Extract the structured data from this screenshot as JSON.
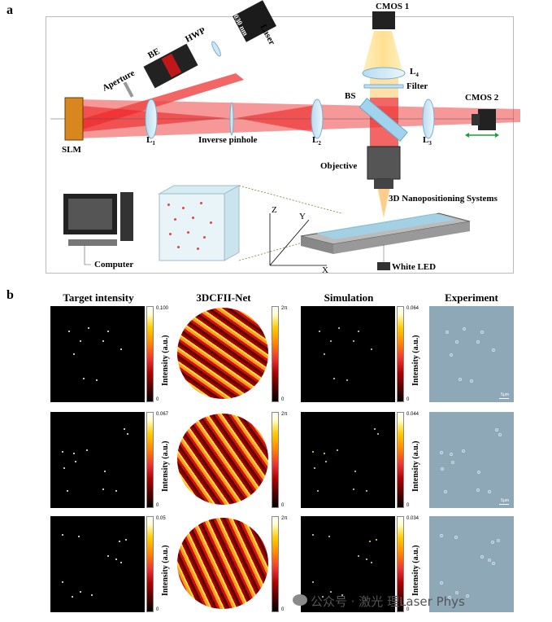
{
  "panel_a": {
    "label": "a",
    "components": {
      "cmos1": "CMOS 1",
      "laser_wavelength": "1030 nm",
      "laser": "Laser",
      "hwp": "HWP",
      "be": "BE",
      "aperture": "Aperture",
      "l4": "L",
      "l4_sub": "4",
      "filter": "Filter",
      "bs": "BS",
      "cmos2": "CMOS 2",
      "slm": "SLM",
      "l1": "L",
      "l1_sub": "1",
      "inverse_pinhole": "Inverse pinhole",
      "l2": "L",
      "l2_sub": "2",
      "l3": "L",
      "l3_sub": "3",
      "objective": "Objective",
      "nanopositioning": "3D Nanopositioning Systems",
      "computer": "Computer",
      "white_led": "White LED",
      "axis_z": "Z",
      "axis_y": "Y",
      "axis_x": "X"
    }
  },
  "panel_b": {
    "label": "b",
    "columns": [
      "Target intensity",
      "3DCFII-Net",
      "Simulation",
      "Experiment"
    ],
    "colorbar_label": "Intensity (a.u.)",
    "rows": [
      {
        "target_max": "0.100",
        "phase_max": "2π",
        "sim_max": "0.064",
        "scale": "5μm"
      },
      {
        "target_max": "0.067",
        "phase_max": "2π",
        "sim_max": "0.044",
        "scale": "5μm"
      },
      {
        "target_max": "0.05",
        "phase_max": "2π",
        "sim_max": "0.034",
        "scale": ""
      }
    ],
    "colorbar_min": "0"
  },
  "watermark": "公众号 · 激光  理Laser Phys"
}
